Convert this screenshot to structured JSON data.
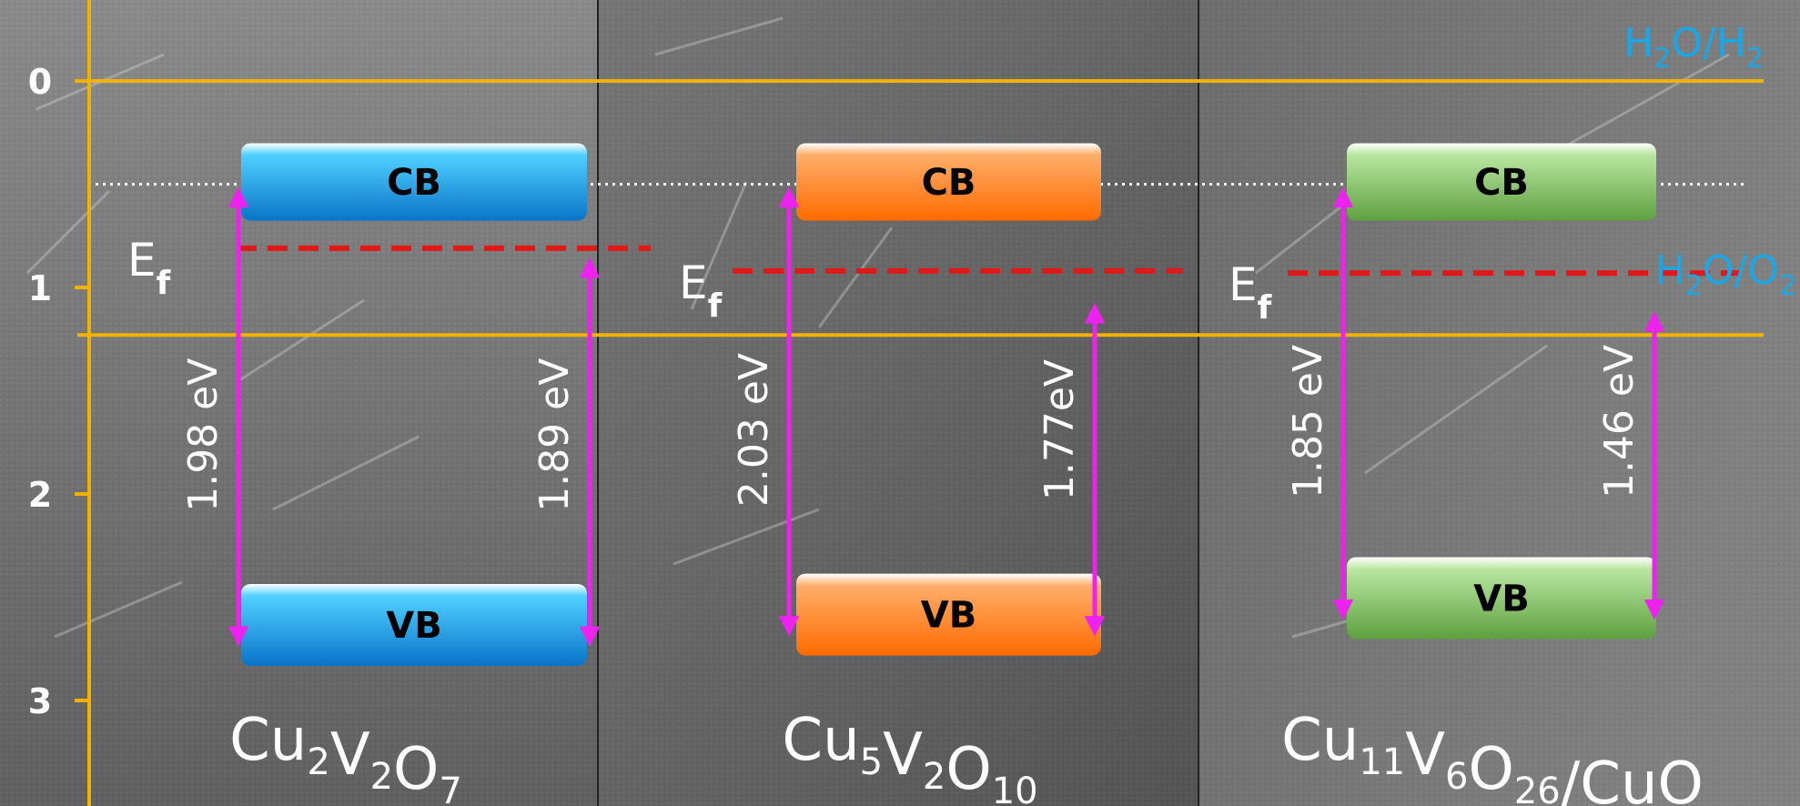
{
  "axis": {
    "ticks": [
      "0",
      "1",
      "2",
      "3"
    ],
    "tick_values": [
      0,
      1,
      2,
      3
    ]
  },
  "reference_levels": {
    "h2o_h2": {
      "value": 0.0,
      "label_main": "H",
      "label_sub": "2",
      "label_mid": "O/H",
      "label_sub2": "2",
      "color": "#1aa7e8"
    },
    "h2o_o2": {
      "value": 1.23,
      "label_main": "H",
      "label_sub": "2",
      "label_mid": "O/O",
      "label_sub2": "2",
      "color": "#1aa7e8"
    },
    "line_color": "#f2b200"
  },
  "panels": [
    {
      "id": "cu2v2o7",
      "formula_parts": [
        [
          "Cu",
          "2"
        ],
        [
          "V",
          "2"
        ],
        [
          "O",
          "7"
        ]
      ],
      "band_color_top": "#4fd0ff",
      "band_color_bottom": "#0a74c8",
      "cb_label": "CB",
      "vb_label": "VB",
      "cb_level": 0.5,
      "vb_level": 2.48,
      "fermi_level": 0.81,
      "fermi_label": "E",
      "fermi_sub": "f",
      "gap_left": "1.98 eV",
      "gap_right": "1.89 eV",
      "right_arrow_top": 0.85
    },
    {
      "id": "cu5v2o10",
      "formula_parts": [
        [
          "Cu",
          "5"
        ],
        [
          "V",
          "2"
        ],
        [
          "O",
          "10"
        ]
      ],
      "band_color_top": "#ffae6a",
      "band_color_bottom": "#ff6a00",
      "cb_label": "CB",
      "vb_label": "VB",
      "cb_level": 0.5,
      "vb_level": 2.43,
      "fermi_level": 0.92,
      "fermi_label": "E",
      "fermi_sub": "f",
      "gap_left": "2.03 eV",
      "gap_right": "1.77eV",
      "right_arrow_top": 1.07
    },
    {
      "id": "cu11v6o26",
      "formula_parts": [
        [
          "Cu",
          "11"
        ],
        [
          "V",
          "6"
        ],
        [
          "O",
          "26"
        ],
        [
          "/CuO",
          ""
        ]
      ],
      "band_color_top": "#b8e6a0",
      "band_color_bottom": "#5ea040",
      "cb_label": "CB",
      "vb_label": "VB",
      "cb_level": 0.5,
      "vb_level": 2.35,
      "fermi_level": 0.93,
      "fermi_label": "E",
      "fermi_sub": "f",
      "gap_left": "1.85 eV",
      "gap_right": "1.46 eV",
      "right_arrow_top": 1.11
    }
  ],
  "colors": {
    "arrow": "#ee22ee",
    "fermi": "#e01818",
    "dotted": "#ffffff",
    "axis": "#f2b200",
    "text_white": "#ffffff",
    "band_text": "#000000"
  }
}
